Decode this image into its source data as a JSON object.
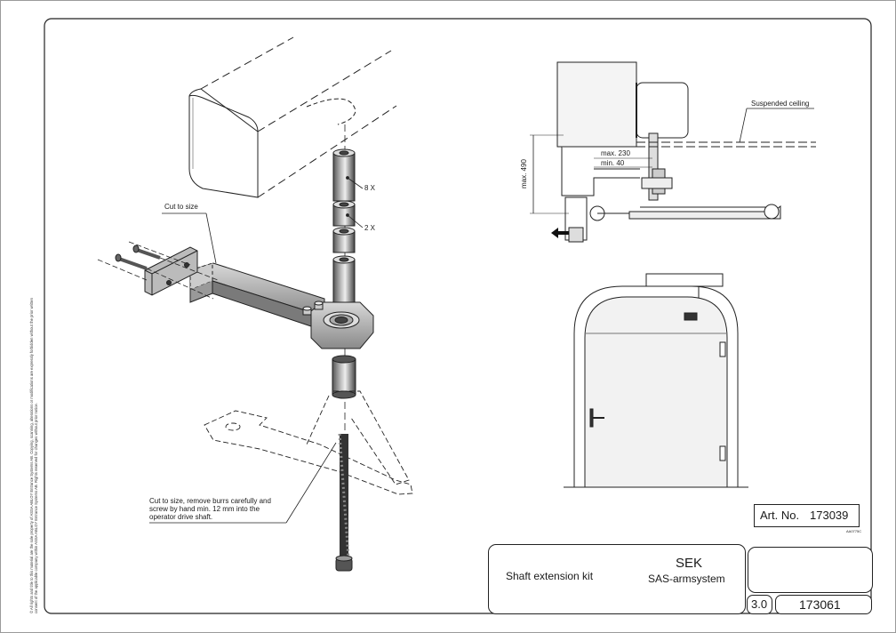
{
  "copyright": "© All rights and title to this material are the sole property of ASSA ABLOY Entrance Systems AB. Copying, scanning, alterations or modifications are expressly forbidden without the prior written consent of the applicable company within ASSA ABLOY Entrance Systems AB. Rights reserved for changes without prior notice.",
  "callouts": {
    "cut_to_size": "Cut to size",
    "qty_8": "8 X",
    "qty_2": "2 X",
    "rod_note": "Cut to size, remove burrs carefully and screw by hand min. 12 mm into the operator drive shaft."
  },
  "detail": {
    "ceiling": "Suspended ceiling",
    "max230": "max. 230",
    "min40": "min. 40",
    "max490": "max. 490"
  },
  "art": {
    "label": "Art. No.",
    "number": "173039"
  },
  "drawing_code": "AA0775C",
  "title_block": {
    "description": "Shaft extension kit",
    "code": "SEK",
    "system": "SAS-armsystem",
    "version": "3.0",
    "doc_number": "173061"
  }
}
